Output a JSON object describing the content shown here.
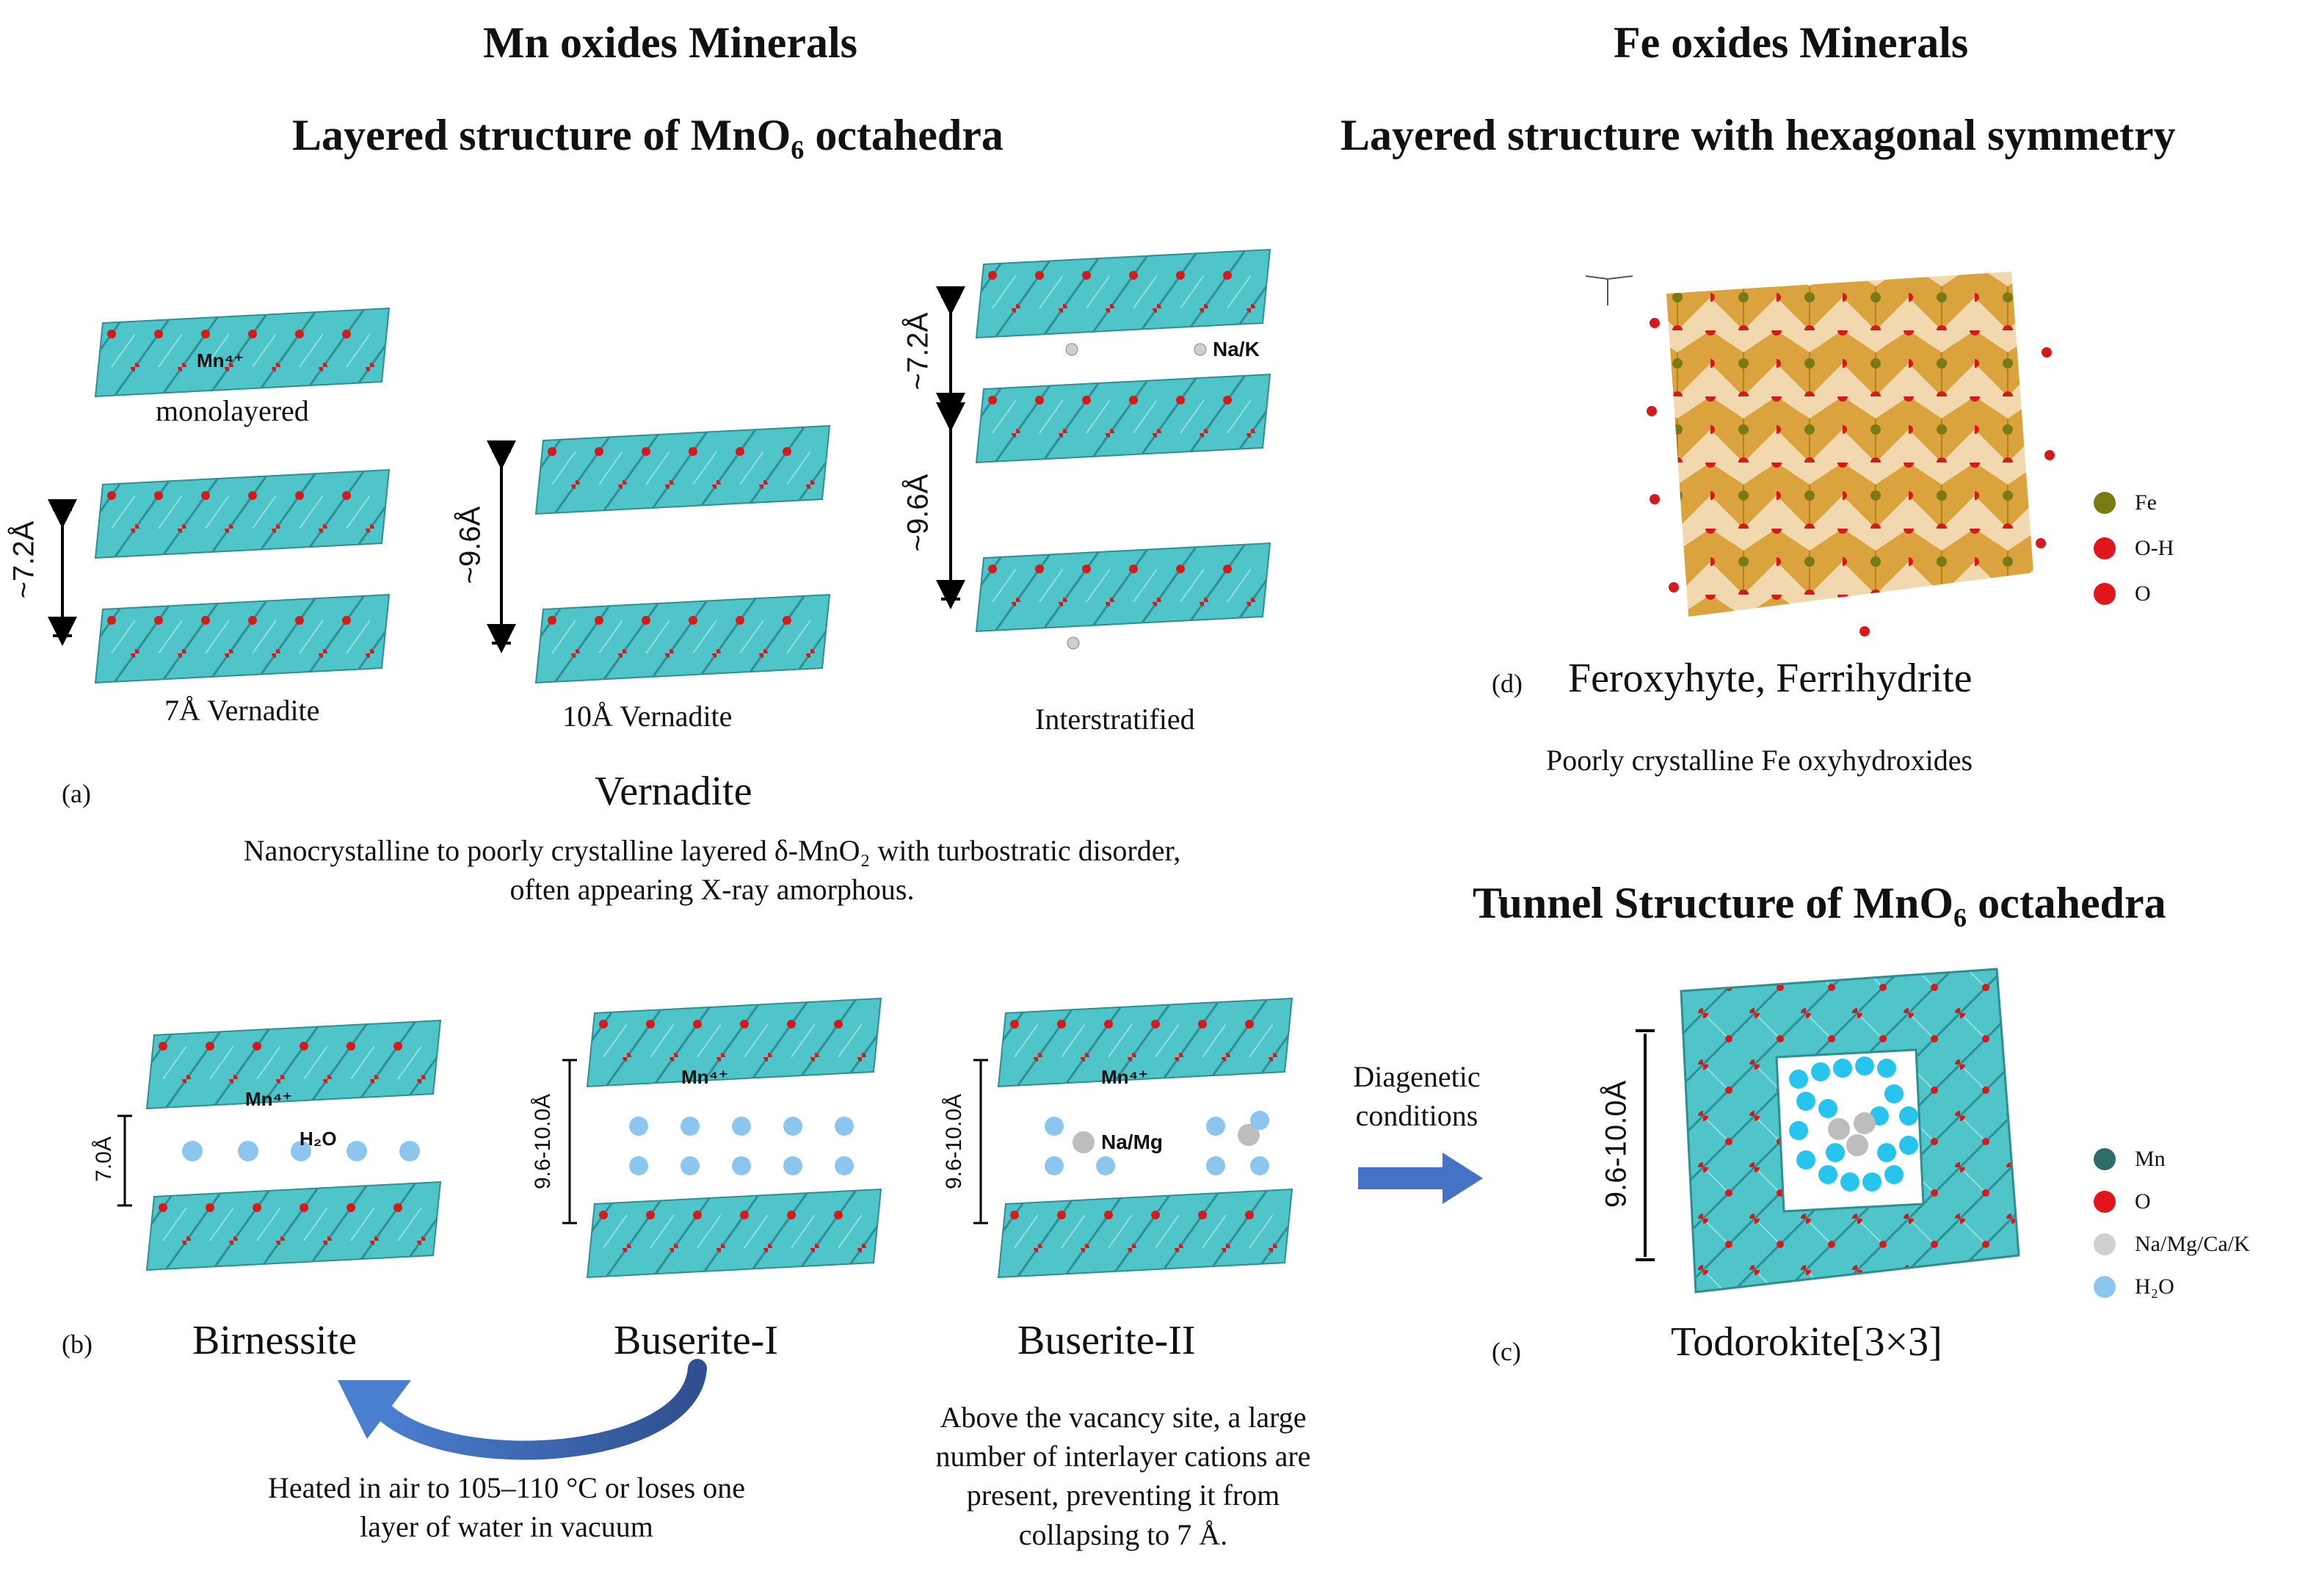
{
  "headings": {
    "mn_title": "Mn oxides Minerals",
    "mn_layered": "Layered structure of MnO₆ octahedra",
    "fe_title": "Fe oxides Minerals",
    "fe_layered": "Layered structure with hexagonal symmetry",
    "tunnel": "Tunnel Structure of MnO₆ octahedra"
  },
  "vernadite": {
    "panel": "(a)",
    "mn4_label": "Mn⁴⁺",
    "monolayered": "monolayered",
    "spacing_7": "~7.2Å",
    "label_7": "7Å Vernadite",
    "spacing_10": "~9.6Å",
    "label_10": "10Å Vernadite",
    "inter_top": "~7.2Å",
    "inter_bottom": "~9.6Å",
    "nak": "Na/K",
    "label_inter": "Interstratified",
    "name": "Vernadite",
    "desc_line1": "Nanocrystalline to poorly crystalline layered δ-MnO₂ with turbostratic disorder,",
    "desc_line2": "often appearing X-ray amorphous."
  },
  "birnessite": {
    "panel": "(b)",
    "mn4": "Mn⁴⁺",
    "h2o": "H₂O",
    "spacing": "7.0Å",
    "name": "Birnessite"
  },
  "buserite1": {
    "mn4": "Mn⁴⁺",
    "spacing": "9.6-10.0Å",
    "name": "Buserite-I"
  },
  "buserite2": {
    "mn4": "Mn⁴⁺",
    "namg": "Na/Mg",
    "spacing": "9.6-10.0Å",
    "name": "Buserite-II"
  },
  "heated_note": {
    "line1": "Heated in air to 105–110 °C or loses one",
    "line2": "layer of water in vacuum"
  },
  "vacancy_note": {
    "line1": "Above the vacancy site, a large",
    "line2": "number of interlayer cations are",
    "line3": "present, preventing it from",
    "line4": "collapsing to 7 Å."
  },
  "diagenetic": {
    "line1": "Diagenetic",
    "line2": "conditions"
  },
  "feroxyhyte": {
    "panel": "(d)",
    "name": "Feroxyhyte, Ferrihydrite",
    "desc": "Poorly crystalline Fe oxyhydroxides",
    "legend": [
      {
        "label": "Fe",
        "color": "#7a7a14"
      },
      {
        "label": "O-H",
        "color": "#e0161b"
      },
      {
        "label": "O",
        "color": "#e0161b"
      }
    ]
  },
  "todorokite": {
    "panel": "(c)",
    "spacing": "9.6-10.0Å",
    "name": "Todorokite[3×3]",
    "legend": [
      {
        "label": "Mn",
        "color": "#2e6b6b"
      },
      {
        "label": "O",
        "color": "#e0161b"
      },
      {
        "label": "Na/Mg/Ca/K",
        "color": "#cfcfcf"
      },
      {
        "label": "H₂O",
        "color": "#8cc6ee"
      }
    ]
  },
  "colors": {
    "octahedra": "#4fc4c9",
    "oxygen": "#d41a1a",
    "arrow_blue": "#4472c4",
    "fe_octahedra": "#d79a2a"
  }
}
